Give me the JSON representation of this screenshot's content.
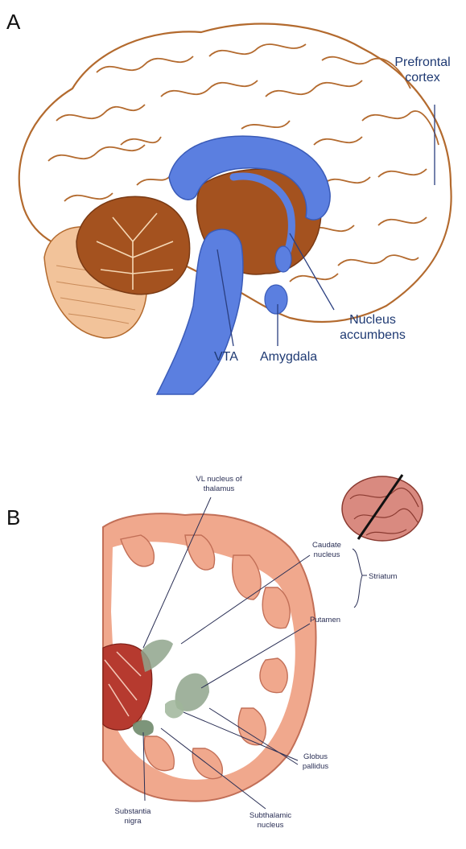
{
  "panels": {
    "a": {
      "letter": "A",
      "labels": {
        "prefrontal_1": "Prefrontal",
        "prefrontal_2": "cortex",
        "vta": "VTA",
        "amygdala": "Amygdala",
        "nucleus_1": "Nucleus",
        "nucleus_2": "accumbens"
      }
    },
    "b": {
      "letter": "B",
      "labels": {
        "vl_1": "VL nucleus of",
        "vl_2": "thalamus",
        "caudate_1": "Caudate",
        "caudate_2": "nucleus",
        "striatum": "Striatum",
        "putamen": "Putamen",
        "globus_1": "Globus",
        "globus_2": "pallidus",
        "substantia_1": "Substantia",
        "substantia_2": "nigra",
        "subthalamic_1": "Subthalamic",
        "subthalamic_2": "nucleus"
      }
    }
  },
  "colors": {
    "pathway_blue": "#5b7fe0",
    "brown": "#a4521f",
    "outline": "#b36a2e",
    "cerebellum_light": "#f2c39a",
    "tissue_pink": "#f0a88d",
    "greenish": "#8fa58c"
  }
}
